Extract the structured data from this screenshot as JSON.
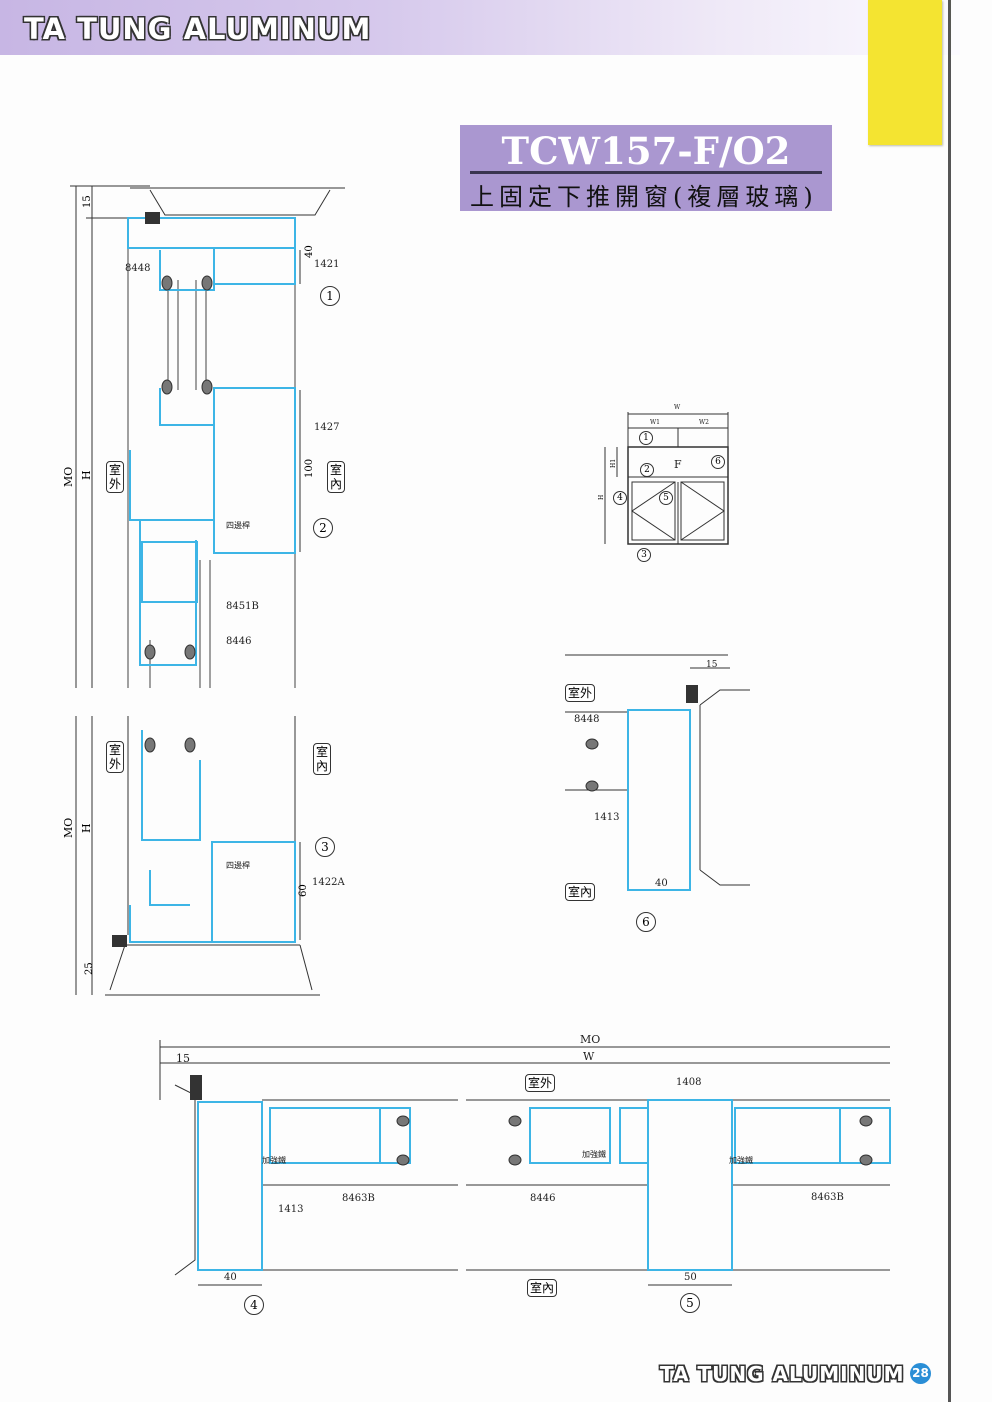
{
  "header": {
    "brand": "TA TUNG ALUMINUM"
  },
  "title_block": {
    "model": "TCW157-F/O2",
    "subtitle": "上固定下推開窗(複層玻璃)"
  },
  "section_top": {
    "dims": {
      "mo": "MO",
      "h": "H",
      "d15": "15",
      "d40": "40",
      "d100": "100"
    },
    "parts": {
      "p8448": "8448",
      "p1421": "1421",
      "p1427": "1427",
      "four_side": "四邊桿",
      "p8451b": "8451B",
      "p8446": "8446"
    },
    "outside": "室外",
    "inside": "室內",
    "markers": [
      "1",
      "2"
    ]
  },
  "section_bottom": {
    "dims": {
      "mo": "MO",
      "h": "H",
      "d60": "60",
      "d25": "25"
    },
    "parts": {
      "four_side": "四邊桿",
      "p1422a": "1422A"
    },
    "outside": "室外",
    "inside": "室內",
    "marker": "3"
  },
  "elevation": {
    "w": "W",
    "w1": "W1",
    "w2": "W2",
    "h": "H",
    "h1": "H1",
    "fixed": "F",
    "markers": [
      "1",
      "2",
      "3",
      "4",
      "5",
      "6"
    ]
  },
  "detail_6": {
    "d15": "15",
    "d40": "40",
    "p8448": "8448",
    "p1413": "1413",
    "outside": "室外",
    "inside": "室內",
    "marker": "6"
  },
  "plan": {
    "mo": "MO",
    "w": "W",
    "d15": "15",
    "d40": "40",
    "d50": "50",
    "parts": {
      "p1408": "1408",
      "p8463b_a": "8463B",
      "p8446": "8446",
      "p8463b_b": "8463B",
      "p1413": "1413",
      "reinforce_a": "加強鐵",
      "reinforce_b": "加強鐵",
      "reinforce_c": "加強鐵"
    },
    "outside": "室外",
    "inside": "室內",
    "markers": [
      "4",
      "5"
    ]
  },
  "footer": {
    "brand": "TA TUNG ALUMINUM",
    "page": "28"
  },
  "colors": {
    "profile": "#3db5e6",
    "band": "#c7b6e4",
    "title_bg": "#aa97d0",
    "sticky": "#f4e431",
    "page_badge": "#2a8ed6"
  }
}
